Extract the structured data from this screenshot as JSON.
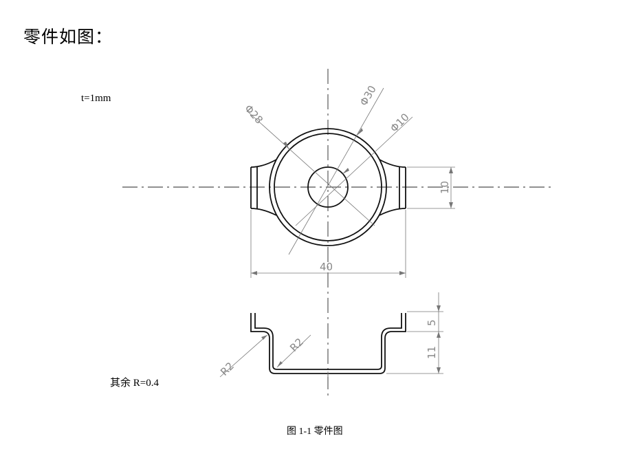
{
  "title": "零件如图：",
  "thickness_note": "t=1mm",
  "remaining_radius_note": "其余 R=0.4",
  "caption": "图 1-1  零件图",
  "dimensions": {
    "dia_28": "Φ28",
    "dia_30": "Φ30",
    "dia_10": "Φ10",
    "height_10": "10",
    "width_40": "40",
    "height_5": "5",
    "height_11": "11",
    "radius_left": "R2",
    "radius_inner": "R2"
  }
}
